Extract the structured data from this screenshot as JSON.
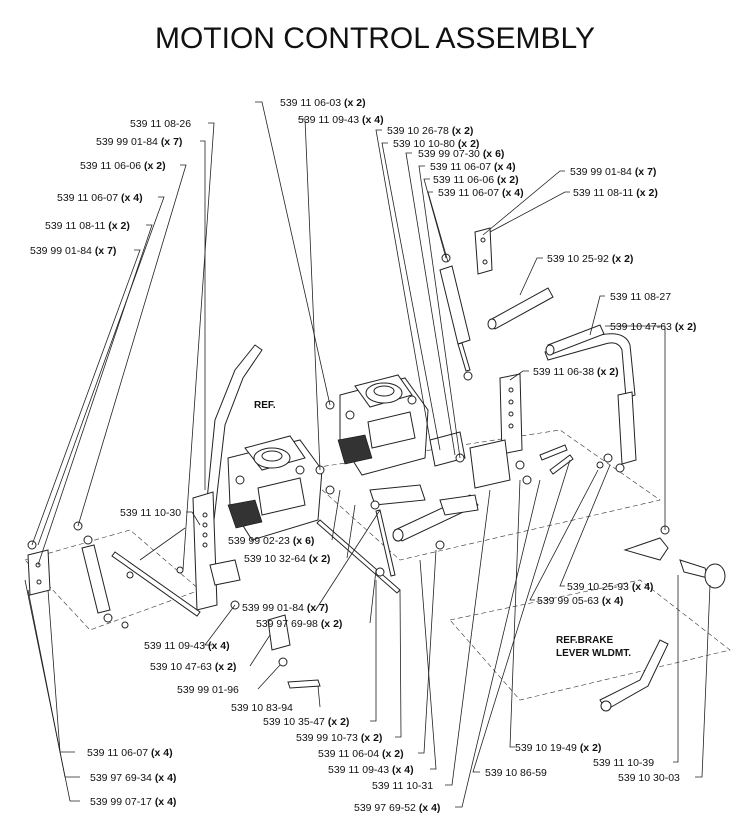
{
  "title": "MOTION CONTROL ASSEMBLY",
  "reference_labels": [
    {
      "text": "REF."
    },
    {
      "text": "REF.BRAKE"
    },
    {
      "text": "LEVER WLDMT."
    }
  ],
  "callouts": [
    {
      "part": "539 11 08-26",
      "qty": ""
    },
    {
      "part": "539 99 01-84",
      "qty": "(x 7)"
    },
    {
      "part": "539 11 06-06",
      "qty": "(x 2)"
    },
    {
      "part": "539 11 06-07",
      "qty": "(x 4)"
    },
    {
      "part": "539 11 08-11",
      "qty": "(x 2)"
    },
    {
      "part": "539 99 01-84",
      "qty": "(x 7)"
    },
    {
      "part": "539 11 06-03",
      "qty": "(x 2)"
    },
    {
      "part": "539 11 09-43",
      "qty": "(x 4)"
    },
    {
      "part": "539 10 26-78",
      "qty": "(x 2)"
    },
    {
      "part": "539 10 10-80",
      "qty": "(x 2)"
    },
    {
      "part": "539 99 07-30",
      "qty": "(x 6)"
    },
    {
      "part": "539 11 06-07",
      "qty": "(x 4)"
    },
    {
      "part": "539 11 06-06",
      "qty": "(x 2)"
    },
    {
      "part": "539 11 06-07",
      "qty": "(x 4)"
    },
    {
      "part": "539 99 01-84",
      "qty": "(x 7)"
    },
    {
      "part": "539 11 08-11",
      "qty": "(x 2)"
    },
    {
      "part": "539 10 25-92",
      "qty": "(x 2)"
    },
    {
      "part": "539 11 08-27",
      "qty": ""
    },
    {
      "part": "539 10 47-63",
      "qty": "(x 2)"
    },
    {
      "part": "539 11 06-38",
      "qty": "(x 2)"
    },
    {
      "part": "539 11 10-30",
      "qty": ""
    },
    {
      "part": "539 99 02-23",
      "qty": "(x 6)"
    },
    {
      "part": "539 10 32-64",
      "qty": "(x 2)"
    },
    {
      "part": "539 99 01-84",
      "qty": "(x 7)"
    },
    {
      "part": "539 97 69-98",
      "qty": "(x 2)"
    },
    {
      "part": "539 11 09-43",
      "qty": "(x 4)"
    },
    {
      "part": "539 10 47-63",
      "qty": "(x 2)"
    },
    {
      "part": "539 99 01-96",
      "qty": ""
    },
    {
      "part": "539 10 83-94",
      "qty": ""
    },
    {
      "part": "539 10 35-47",
      "qty": "(x 2)"
    },
    {
      "part": "539 99 10-73",
      "qty": "(x 2)"
    },
    {
      "part": "539 11 06-04",
      "qty": "(x 2)"
    },
    {
      "part": "539 11 09-43",
      "qty": "(x 4)"
    },
    {
      "part": "539 11 10-31",
      "qty": ""
    },
    {
      "part": "539 97 69-52",
      "qty": "(x 4)"
    },
    {
      "part": "539 10 25-93",
      "qty": "(x 4)"
    },
    {
      "part": "539 99 05-63",
      "qty": "(x 4)"
    },
    {
      "part": "539 10 19-49",
      "qty": "(x 2)"
    },
    {
      "part": "539 10 86-59",
      "qty": ""
    },
    {
      "part": "539 11 10-39",
      "qty": ""
    },
    {
      "part": "539 10 30-03",
      "qty": ""
    },
    {
      "part": "539 11 06-07",
      "qty": "(x 4)"
    },
    {
      "part": "539 97 69-34",
      "qty": "(x 4)"
    },
    {
      "part": "539 99 07-17",
      "qty": "(x 4)"
    }
  ]
}
